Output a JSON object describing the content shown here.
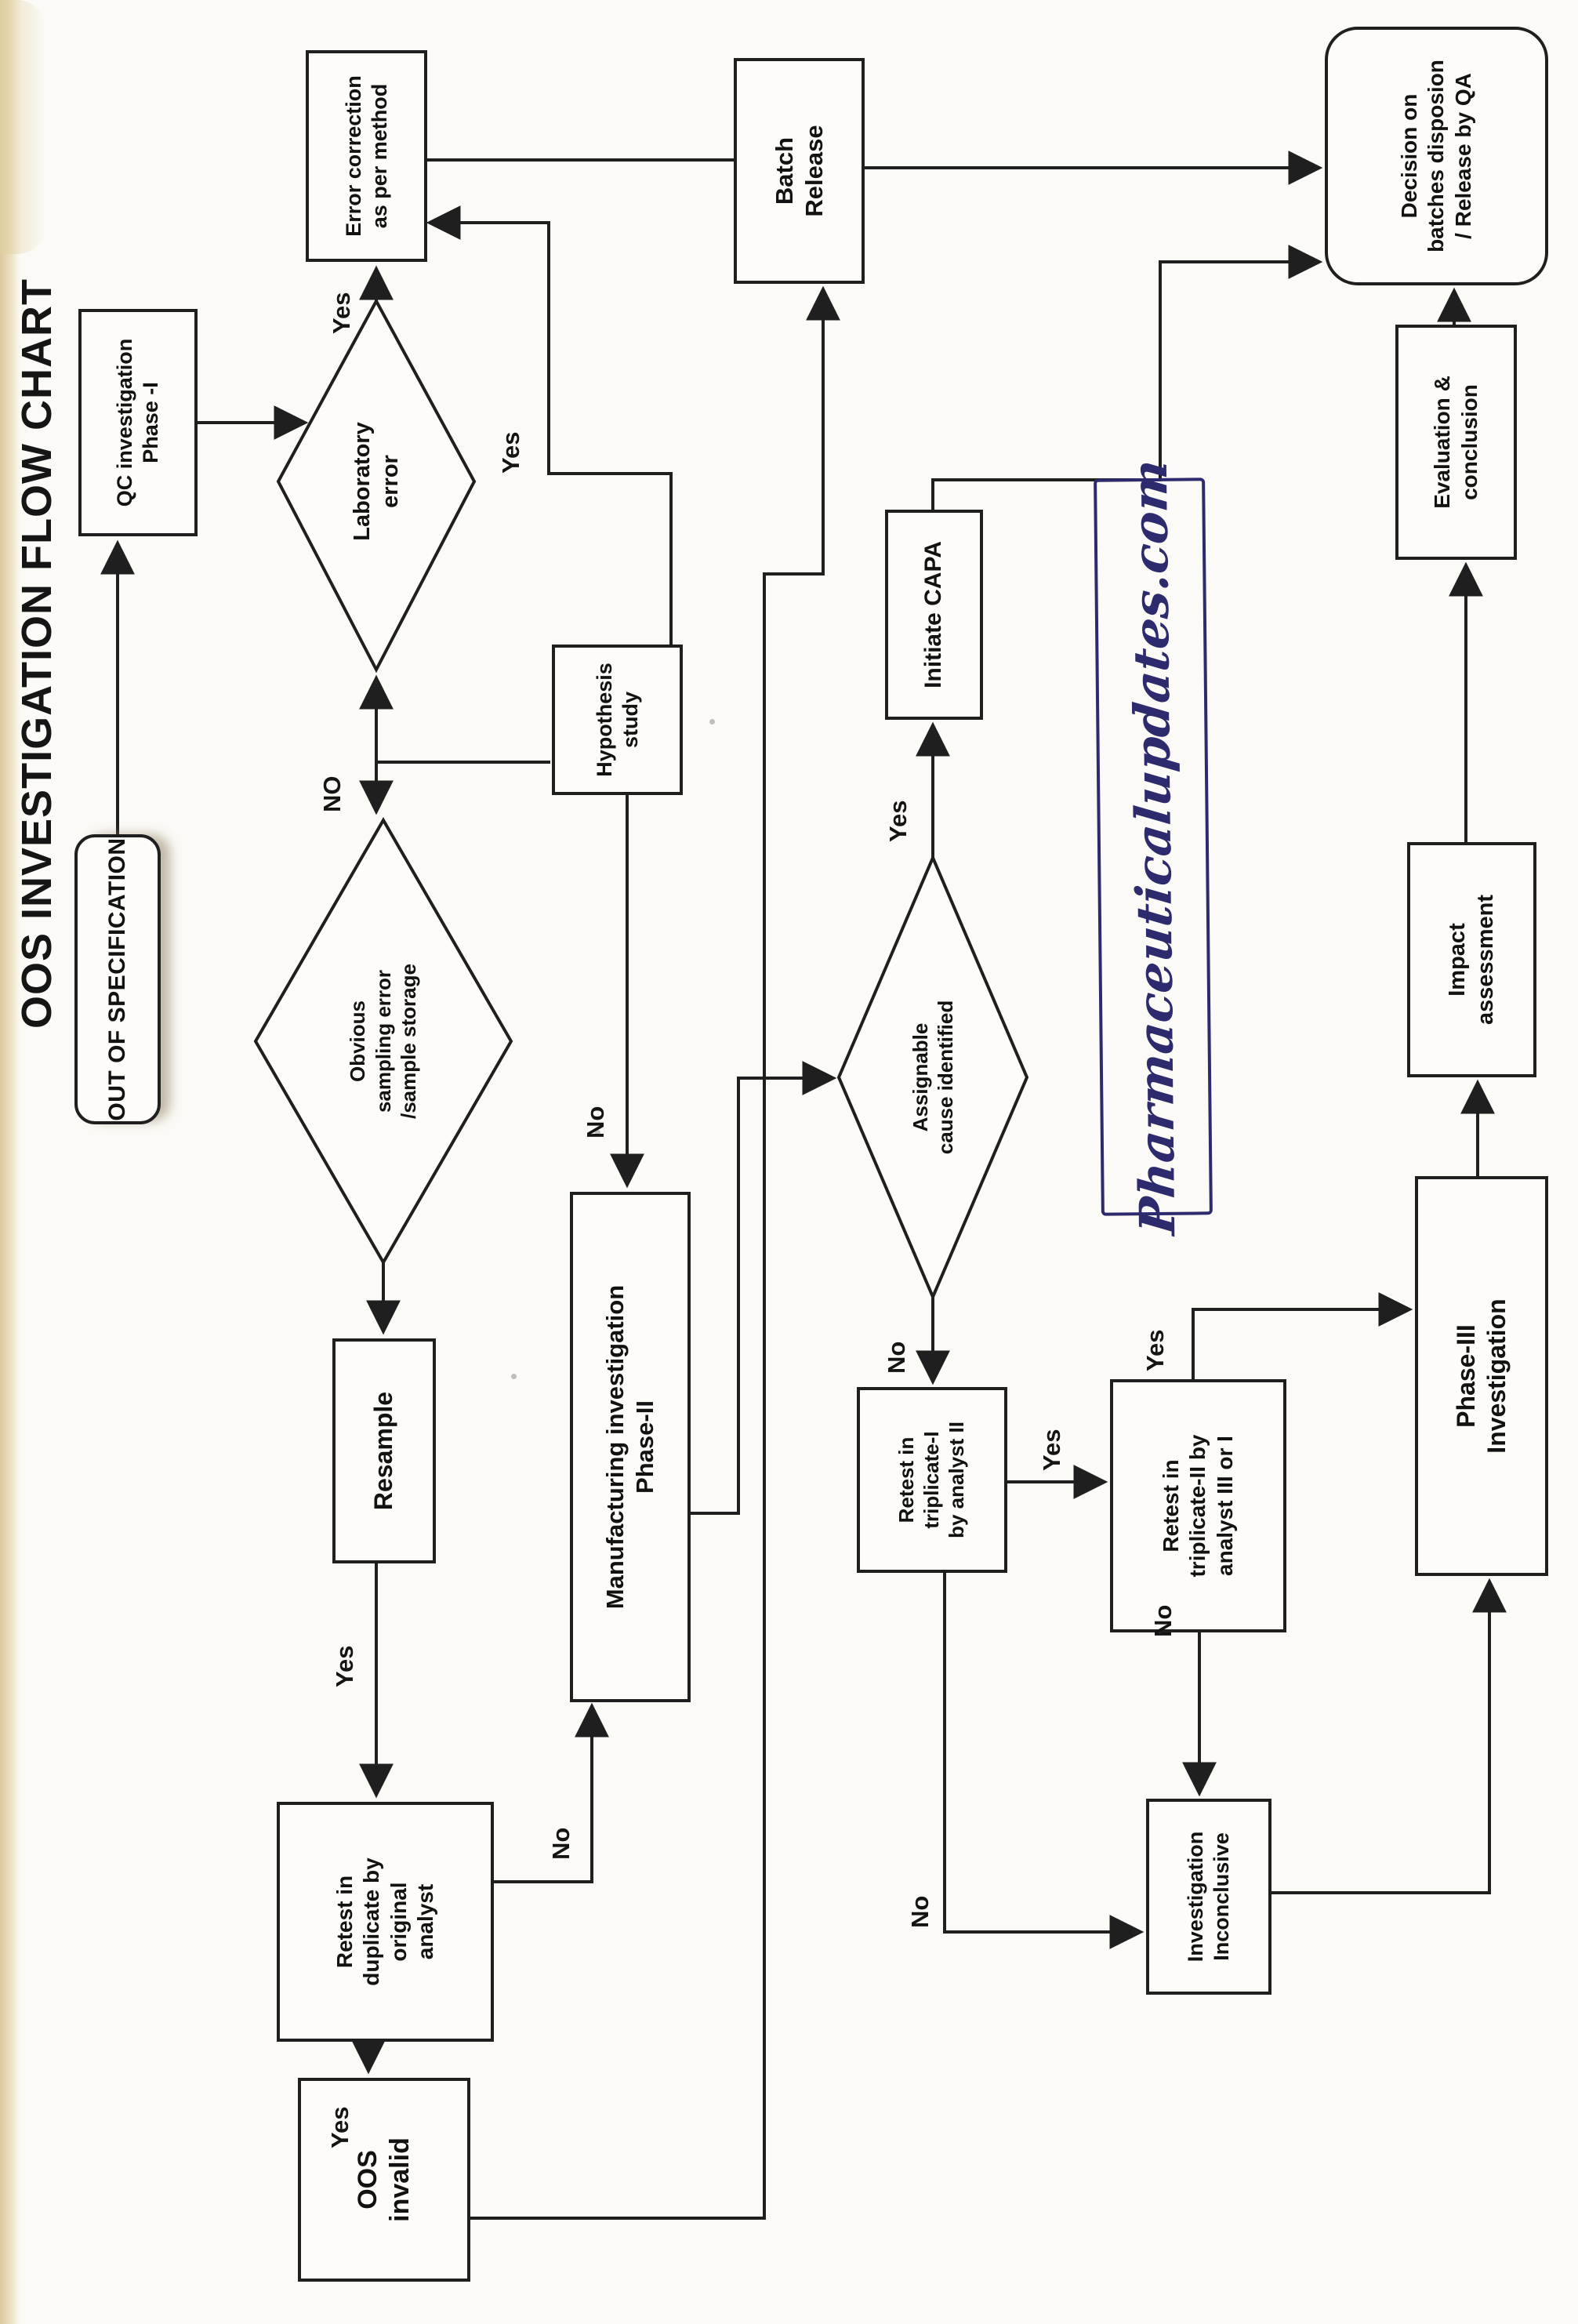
{
  "title": "OOS INVESTIGATION FLOW CHART",
  "watermark": {
    "text": "Pharmaceuticalupdates.com"
  },
  "nodes": {
    "oos": {
      "lines": [
        "OUT OF SPECIFICATION"
      ]
    },
    "qc": {
      "lines": [
        "QC investigation",
        "Phase -I"
      ]
    },
    "lab_error": {
      "lines": [
        "Laboratory",
        "error"
      ]
    },
    "error_correction": {
      "lines": [
        "Error correction",
        "as per method"
      ]
    },
    "batch_release": {
      "lines": [
        "Batch",
        "Release"
      ]
    },
    "decision": {
      "lines": [
        "Decision on",
        "batches disposion",
        "/ Release by QA"
      ]
    },
    "obvious": {
      "lines": [
        "Obvious",
        "sampling error",
        "/sample storage"
      ]
    },
    "hypothesis": {
      "lines": [
        "Hypothesis",
        "study"
      ]
    },
    "manufacturing": {
      "lines": [
        "Manufacturing investigation",
        "Phase-II"
      ]
    },
    "assignable": {
      "lines": [
        "Assignable",
        "cause identified"
      ]
    },
    "capa": {
      "lines": [
        "Initiate CAPA"
      ]
    },
    "resample": {
      "lines": [
        "Resample"
      ]
    },
    "retest_duplicate": {
      "lines": [
        "Retest in",
        "duplicate by",
        "original",
        "analyst"
      ]
    },
    "oos_invalid": {
      "lines": [
        "OOS",
        "invalid"
      ]
    },
    "retest_triplicate1": {
      "lines": [
        "Retest in",
        "triplicate-I",
        "by analyst II"
      ]
    },
    "retest_triplicate2": {
      "lines": [
        "Retest in",
        "triplicate-II by",
        "analyst III or I"
      ]
    },
    "inconclusive": {
      "lines": [
        "Investigation",
        "Inconclusive"
      ]
    },
    "phase3": {
      "lines": [
        "Phase-III",
        "Investigation"
      ]
    },
    "impact": {
      "lines": [
        "Impact",
        "assessment"
      ]
    },
    "evaluation": {
      "lines": [
        "Evaluation &",
        "conclusion"
      ]
    }
  },
  "edge_labels": {
    "lab_yes": "Yes",
    "lab_no": "NO",
    "hyp_yes": "Yes",
    "hyp_no": "No",
    "assignable_yes": "Yes",
    "assignable_no": "No",
    "trip1_yes": "Yes",
    "trip1_no": "No",
    "trip2_yes": "Yes",
    "trip2_no": "No",
    "resample_yes": "Yes",
    "dup_yes": "Yes",
    "dup_no": "No"
  },
  "colors": {
    "ink": "#1f1f1f",
    "paper": "#fbfaf6",
    "handwriting_ink": "#2d2b6e",
    "page_edge": "#d8c493"
  }
}
